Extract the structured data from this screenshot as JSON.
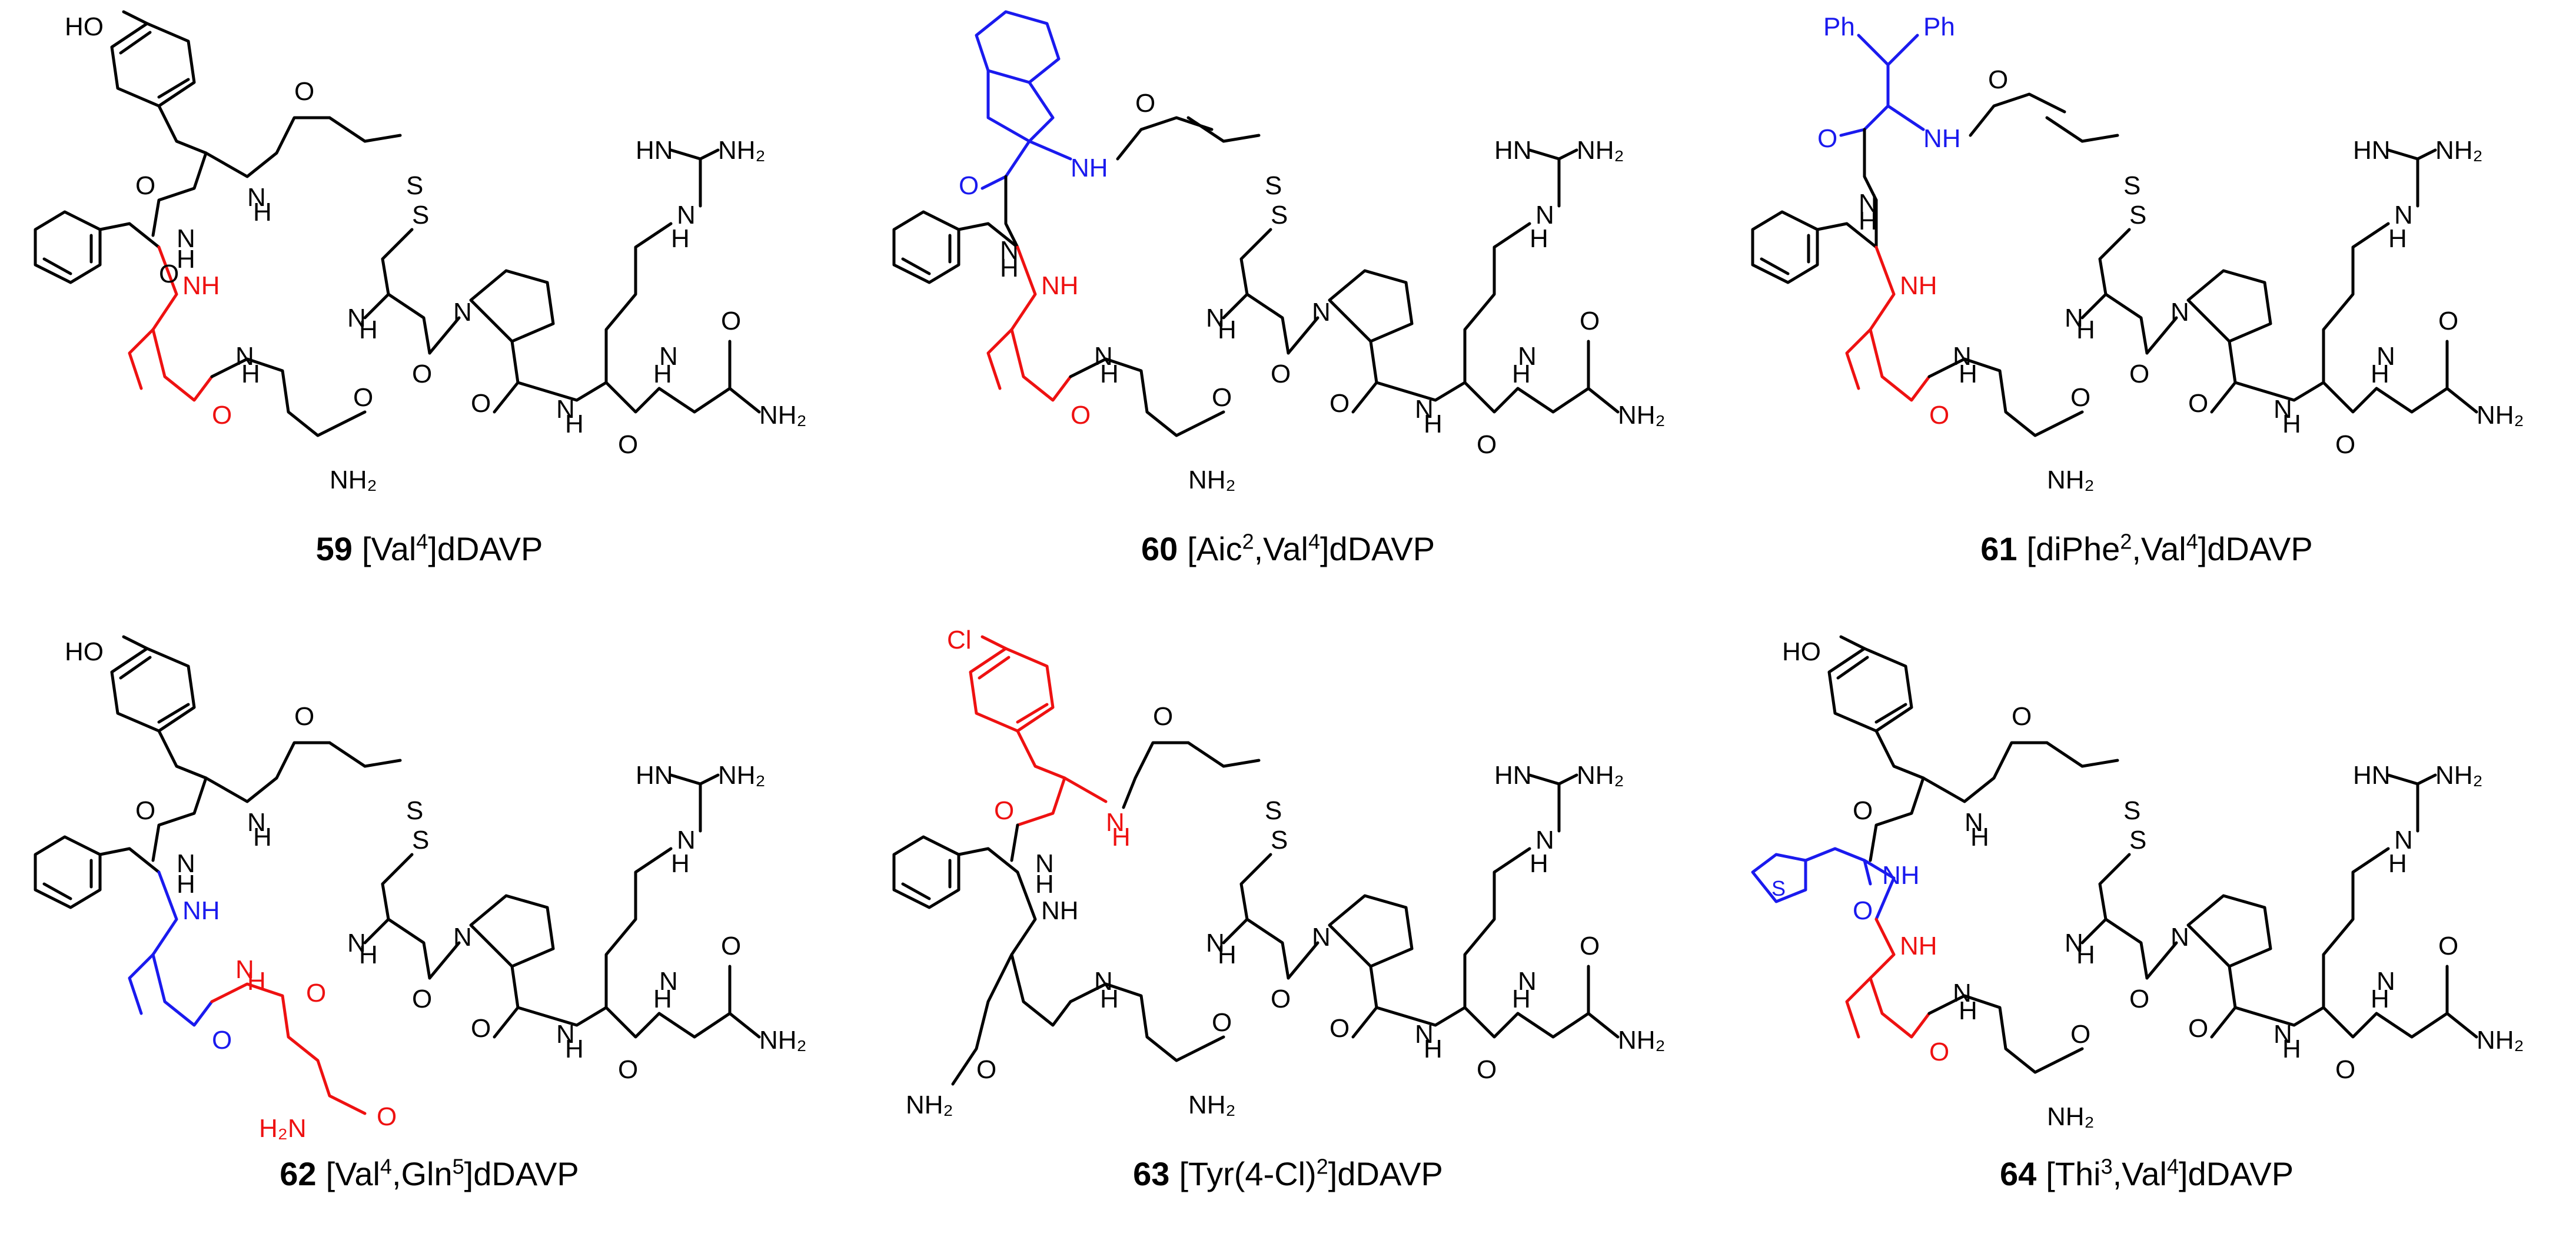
{
  "panels": [
    {
      "number": "59",
      "base": "[Val",
      "s1": "4",
      "mid": "",
      "s2": "",
      "tail": "]dDAVP"
    },
    {
      "number": "60",
      "base": "[Aic",
      "s1": "2",
      "mid": ",Val",
      "s2": "4",
      "tail": "]dDAVP"
    },
    {
      "number": "61",
      "base": "[diPhe",
      "s1": "2",
      "mid": ",Val",
      "s2": "4",
      "tail": "]dDAVP"
    },
    {
      "number": "62",
      "base": "[Val",
      "s1": "4",
      "mid": ",Gln",
      "s2": "5",
      "tail": "]dDAVP"
    },
    {
      "number": "63",
      "base": "[Tyr(4-Cl)",
      "s1": "2",
      "mid": "",
      "s2": "",
      "tail": "]dDAVP"
    },
    {
      "number": "64",
      "base": "[Thi",
      "s1": "3",
      "mid": ",Val",
      "s2": "4",
      "tail": "]dDAVP"
    }
  ],
  "atoms": {
    "HO": "HO",
    "NH": "NH",
    "N": "N",
    "H": "H",
    "O": "O",
    "S": "S",
    "NH2": "NH₂",
    "H2N": "H₂N",
    "HN": "HN",
    "Cl": "Cl",
    "Ph": "Ph"
  },
  "colors": {
    "black": "#000000",
    "red": "#ee1111",
    "blue": "#1a1aee"
  }
}
